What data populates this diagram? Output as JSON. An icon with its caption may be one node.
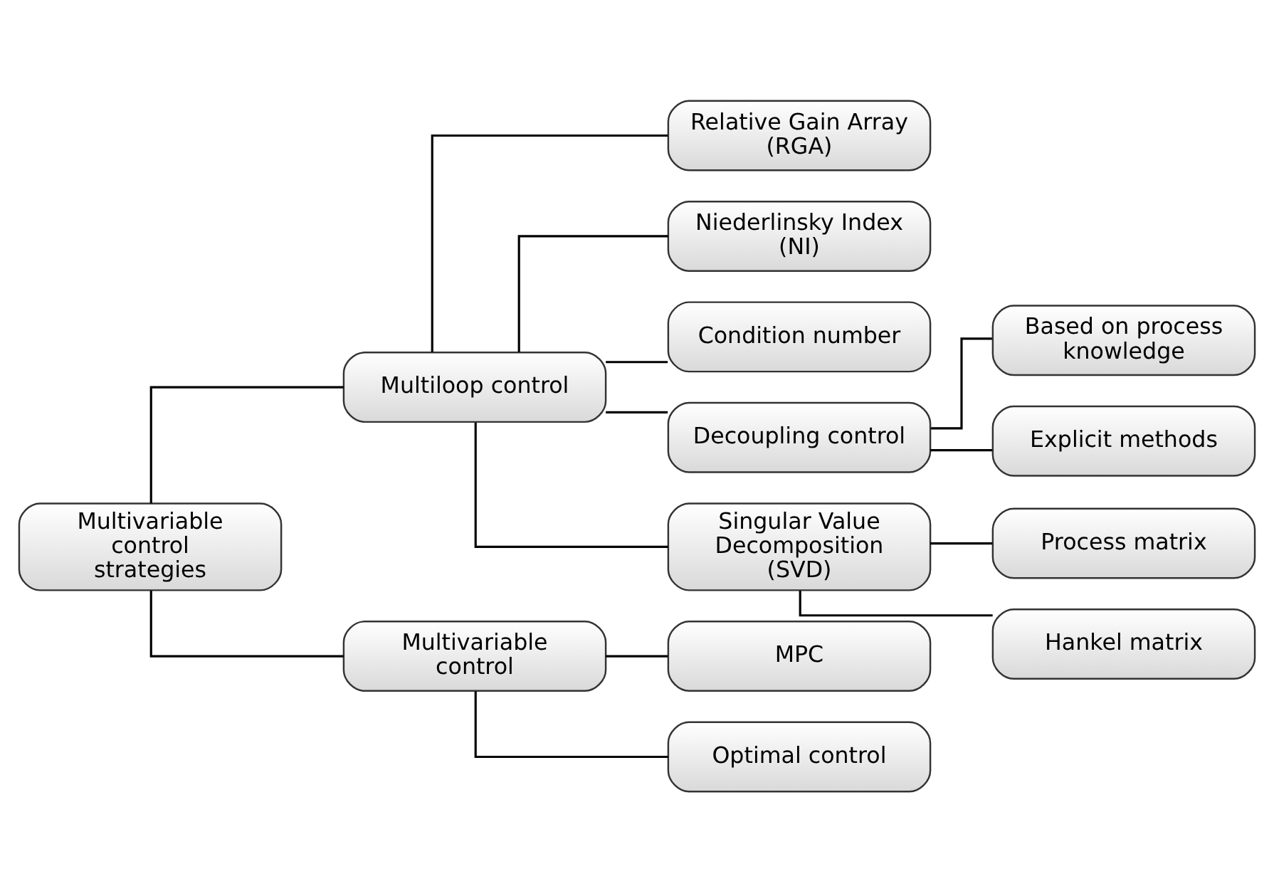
{
  "diagram": {
    "nodes": [
      {
        "text": [
          "Multivariable control strategies"
        ]
      },
      {
        "text": [
          "Multiloop control"
        ]
      },
      {
        "text": [
          "Relative Gain Array (RGA)"
        ]
      },
      {
        "text": [
          "Niederlinsky Index (NI)"
        ]
      },
      {
        "text": [
          "Condition number"
        ]
      },
      {
        "text": [
          "Decoupling control"
        ]
      },
      {
        "text": [
          "Based on process knowledge"
        ]
      },
      {
        "text": [
          "Explicit methods"
        ]
      },
      {
        "text": [
          "Singular Value Decomposition (SVD)"
        ]
      },
      {
        "text": [
          "Process matrix"
        ]
      },
      {
        "text": [
          "Hankel matrix"
        ]
      },
      {
        "text": [
          "Multivariable control"
        ]
      },
      {
        "text": [
          "MPC"
        ]
      },
      {
        "text": [
          "Optimal control"
        ]
      }
    ],
    "edges": [
      {
        "from": 0,
        "to": 1,
        "arrow": "none"
      },
      {
        "from": 1,
        "to": 2,
        "arrow": "none"
      },
      {
        "from": 1,
        "to": 3,
        "arrow": "none"
      },
      {
        "from": 1,
        "to": 4,
        "arrow": "none"
      },
      {
        "from": 1,
        "to": 5,
        "arrow": "none"
      },
      {
        "from": 5,
        "to": 6,
        "arrow": "none"
      },
      {
        "from": 5,
        "to": 7,
        "arrow": "none"
      },
      {
        "from": 1,
        "to": 8,
        "arrow": "none"
      },
      {
        "from": 8,
        "to": 9,
        "arrow": "none"
      },
      {
        "from": 8,
        "to": 10,
        "arrow": "none"
      },
      {
        "from": 0,
        "to": 11,
        "arrow": "none"
      },
      {
        "from": 11,
        "to": 12,
        "arrow": "none"
      },
      {
        "from": 11,
        "to": 13,
        "arrow": "none"
      }
    ]
  }
}
